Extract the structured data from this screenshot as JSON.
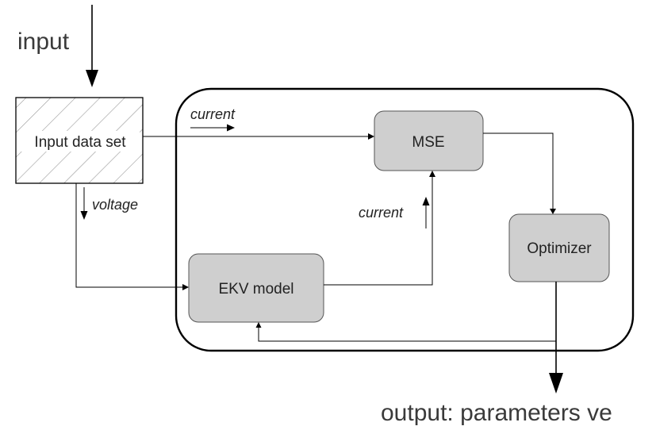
{
  "diagram": {
    "input_label": "input",
    "output_label": "output: parameters ve",
    "blocks": {
      "input_data_set": "Input data set",
      "mse": "MSE",
      "ekv_model": "EKV model",
      "optimizer": "Optimizer"
    },
    "edge_labels": {
      "current_top": "current",
      "current_mid": "current",
      "voltage": "voltage"
    }
  }
}
